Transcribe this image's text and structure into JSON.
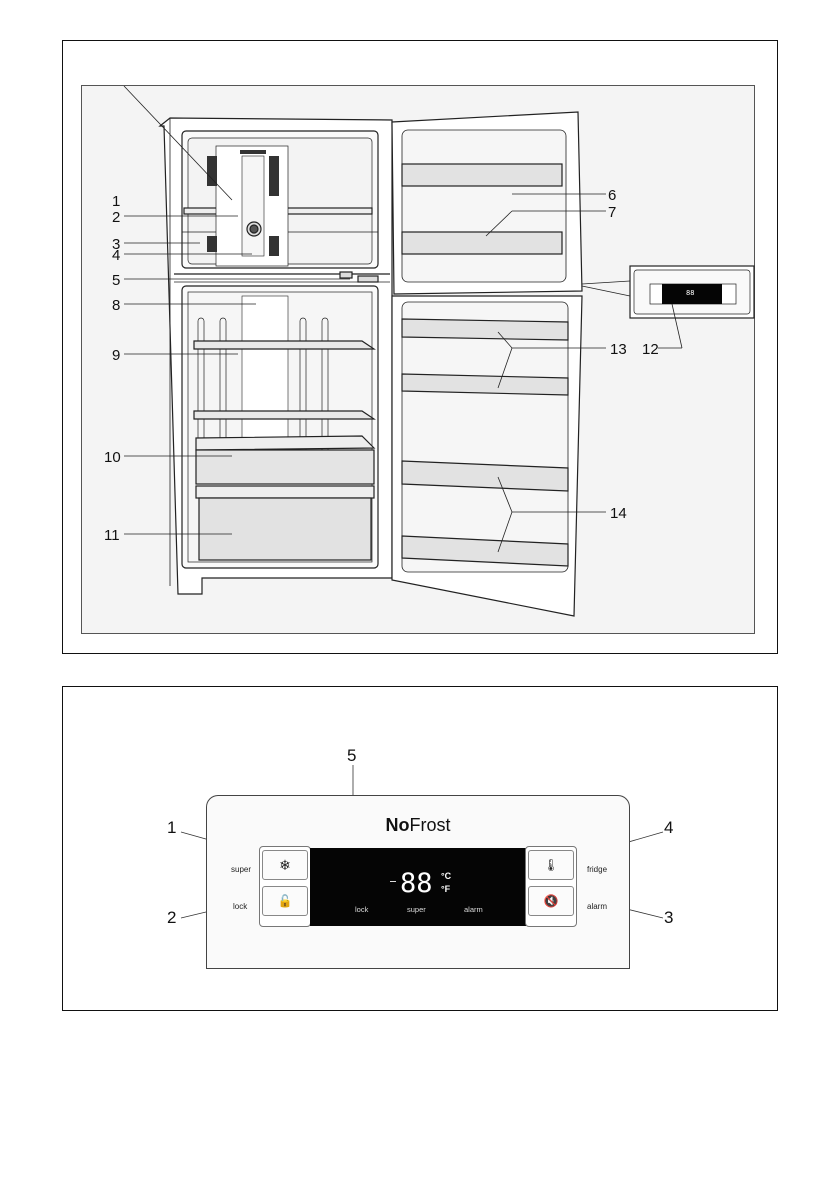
{
  "figure1": {
    "title": "Refrigerator appliance overview",
    "callouts": [
      {
        "num": "1"
      },
      {
        "num": "2"
      },
      {
        "num": "3"
      },
      {
        "num": "4"
      },
      {
        "num": "5"
      },
      {
        "num": "6"
      },
      {
        "num": "7"
      },
      {
        "num": "8"
      },
      {
        "num": "9"
      },
      {
        "num": "10"
      },
      {
        "num": "11"
      },
      {
        "num": "12"
      },
      {
        "num": "13"
      },
      {
        "num": "14"
      }
    ],
    "inset_display": {
      "temp": "88"
    }
  },
  "figure2": {
    "brand_bold": "No",
    "brand_rest": "Frost",
    "callouts": [
      {
        "num": "1"
      },
      {
        "num": "2"
      },
      {
        "num": "3"
      },
      {
        "num": "4"
      },
      {
        "num": "5"
      }
    ],
    "left_buttons": [
      {
        "label": "super",
        "icon": "snowflake-icon",
        "glyph": "❄"
      },
      {
        "label": "lock",
        "icon": "unlock-icon",
        "glyph": "🔓"
      }
    ],
    "right_buttons": [
      {
        "label": "fridge",
        "icon": "thermometer-icon",
        "glyph": "🌡"
      },
      {
        "label": "alarm",
        "icon": "alarm-mute-icon",
        "glyph": "🔇"
      }
    ],
    "display": {
      "minus": "-",
      "temp": "88",
      "unit_c": "°C",
      "unit_f": "°F",
      "indicators": [
        "lock",
        "super",
        "alarm"
      ]
    }
  }
}
